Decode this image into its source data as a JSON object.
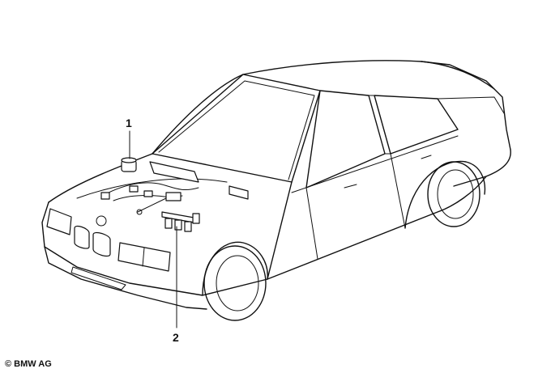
{
  "diagram": {
    "callouts": [
      {
        "label": "1",
        "part": "engine-wiring-connector"
      },
      {
        "label": "2",
        "part": "injector-wiring-harness"
      }
    ],
    "copyright": "© BMW AG"
  }
}
